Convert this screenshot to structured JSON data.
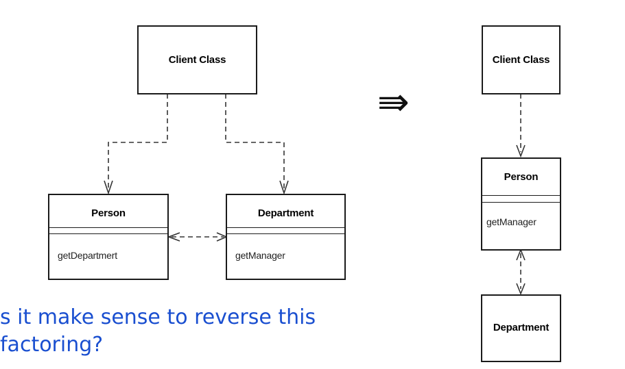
{
  "left": {
    "client": {
      "title": "Client Class"
    },
    "person": {
      "title": "Person",
      "method": "getDepartmert"
    },
    "department": {
      "title": "Department",
      "method": "getManager"
    }
  },
  "right": {
    "client": {
      "title": "Client Class"
    },
    "person": {
      "title": "Person",
      "method": "getManager"
    },
    "department": {
      "title": "Department"
    }
  },
  "arrow_symbol": "⇛",
  "question": {
    "line1": "s it make sense to reverse this",
    "line2": "factoring?"
  }
}
